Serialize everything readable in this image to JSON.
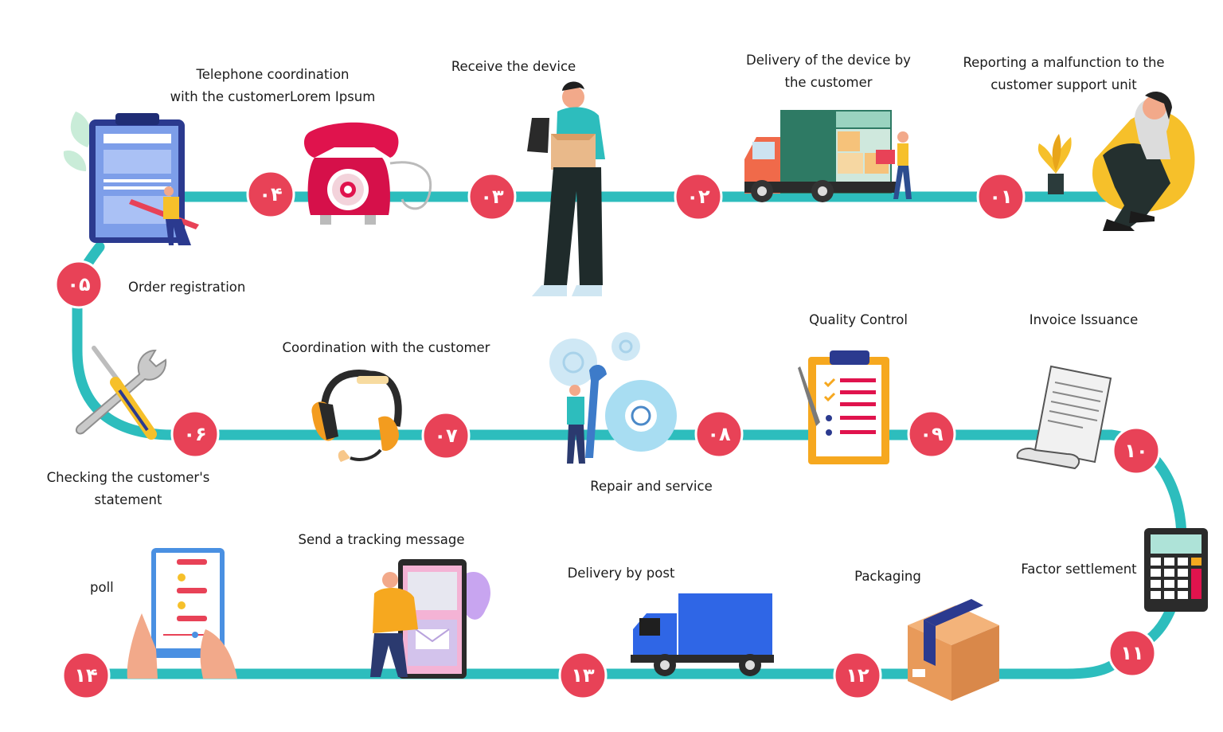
{
  "colors": {
    "track": "#2dbdbd",
    "badge": "#e84257",
    "badge_text": "#ffffff"
  },
  "steps": [
    {
      "num": "۰۱",
      "label_lines": [
        "Reporting a malfunction to the",
        "customer support unit"
      ],
      "icon": "customer-call-icon"
    },
    {
      "num": "۰۲",
      "label_lines": [
        "Delivery of the device by",
        "the customer"
      ],
      "icon": "delivery-truck-icon"
    },
    {
      "num": "۰۳",
      "label_lines": [
        "Receive the device"
      ],
      "icon": "courier-receiving-icon"
    },
    {
      "num": "۰۴",
      "label_lines": [
        "Telephone coordination",
        "with the customerLorem Ipsum"
      ],
      "icon": "telephone-icon"
    },
    {
      "num": "۰۵",
      "label_lines": [
        "Order registration"
      ],
      "icon": "clipboard-form-icon"
    },
    {
      "num": "۰۶",
      "label_lines": [
        "Checking the customer's",
        "statement"
      ],
      "icon": "wrench-screwdriver-icon"
    },
    {
      "num": "۰۷",
      "label_lines": [
        "Coordination with the customer"
      ],
      "icon": "headset-icon"
    },
    {
      "num": "۰۸",
      "label_lines": [
        "Repair and service"
      ],
      "icon": "gears-repair-icon"
    },
    {
      "num": "۰۹",
      "label_lines": [
        "Quality Control"
      ],
      "icon": "quality-checklist-icon"
    },
    {
      "num": "۱۰",
      "label_lines": [
        "Invoice Issuance"
      ],
      "icon": "invoice-receipt-icon"
    },
    {
      "num": "۱۱",
      "label_lines": [
        "Factor settlement"
      ],
      "icon": "calculator-icon"
    },
    {
      "num": "۱۲",
      "label_lines": [
        "Packaging"
      ],
      "icon": "package-box-icon"
    },
    {
      "num": "۱۳",
      "label_lines": [
        "Delivery by post"
      ],
      "icon": "post-truck-icon"
    },
    {
      "num": "۱۴",
      "label_lines": [
        "poll"
      ],
      "icon": "tablet-poll-icon"
    }
  ],
  "extra_labels": {
    "tracking_message": "Send a tracking message"
  }
}
